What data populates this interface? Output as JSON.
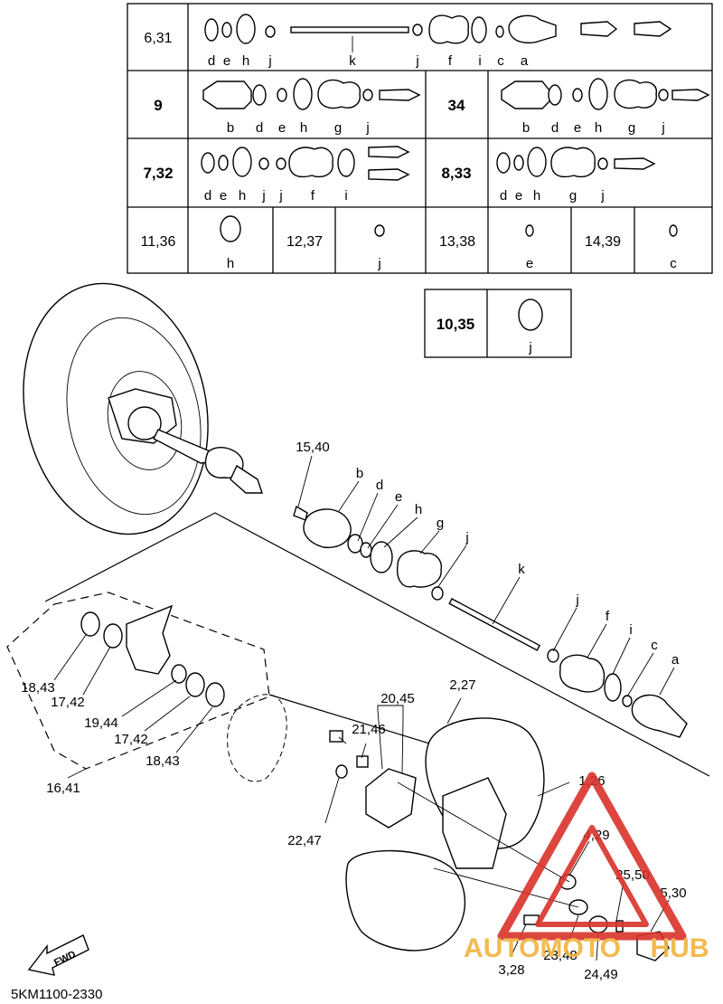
{
  "table": {
    "rows": [
      {
        "ref": "6,31",
        "letters": [
          "d",
          "e",
          "h",
          "j",
          "k",
          "j",
          "f",
          "i",
          "c",
          "a"
        ]
      },
      {
        "ref_left": "9",
        "letters_left": [
          "b",
          "d",
          "e",
          "h",
          "g",
          "j"
        ],
        "ref_right": "34",
        "letters_right": [
          "b",
          "d",
          "e",
          "h",
          "g",
          "j"
        ]
      },
      {
        "ref_left": "7,32",
        "letters_left": [
          "d",
          "e",
          "h",
          "j",
          "j",
          "f",
          "i"
        ],
        "ref_right": "8,33",
        "letters_right": [
          "d",
          "e",
          "h",
          "g",
          "j"
        ]
      },
      {
        "cells": [
          {
            "ref": "11,36",
            "letter": "h"
          },
          {
            "ref": "12,37",
            "letter": "j"
          },
          {
            "ref": "13,38",
            "letter": "e"
          },
          {
            "ref": "14,39",
            "letter": "c"
          }
        ]
      }
    ],
    "extra": {
      "ref": "10,35",
      "letter": "j"
    }
  },
  "callouts": [
    {
      "id": "c-15-40",
      "text": "15,40"
    },
    {
      "id": "c-b",
      "text": "b"
    },
    {
      "id": "c-d",
      "text": "d"
    },
    {
      "id": "c-e",
      "text": "e"
    },
    {
      "id": "c-h",
      "text": "h"
    },
    {
      "id": "c-g",
      "text": "g"
    },
    {
      "id": "c-j1",
      "text": "j"
    },
    {
      "id": "c-k",
      "text": "k"
    },
    {
      "id": "c-j2",
      "text": "j"
    },
    {
      "id": "c-f",
      "text": "f"
    },
    {
      "id": "c-i",
      "text": "i"
    },
    {
      "id": "c-c",
      "text": "c"
    },
    {
      "id": "c-a",
      "text": "a"
    },
    {
      "id": "c-18-43a",
      "text": "18,43"
    },
    {
      "id": "c-17-42a",
      "text": "17,42"
    },
    {
      "id": "c-19-44",
      "text": "19,44"
    },
    {
      "id": "c-17-42b",
      "text": "17,42"
    },
    {
      "id": "c-18-43b",
      "text": "18,43"
    },
    {
      "id": "c-16-41",
      "text": "16,41"
    },
    {
      "id": "c-20-45",
      "text": "20,45"
    },
    {
      "id": "c-21-46",
      "text": "21,46"
    },
    {
      "id": "c-2-27",
      "text": "2,27"
    },
    {
      "id": "c-22-47",
      "text": "22,47"
    },
    {
      "id": "c-1-26",
      "text": "1,26"
    },
    {
      "id": "c-4-29",
      "text": "4,29"
    },
    {
      "id": "c-25-50",
      "text": "25,50"
    },
    {
      "id": "c-5-30",
      "text": "5,30"
    },
    {
      "id": "c-23-48",
      "text": "23,48"
    },
    {
      "id": "c-3-28",
      "text": "3,28"
    },
    {
      "id": "c-24-49",
      "text": "24,49"
    }
  ],
  "fwd_label": "FWD",
  "diagram_code": "5KM1100-2330",
  "watermark": {
    "left": "AUTOMOTO",
    "right": "HUB",
    "color": "#d9322b",
    "accent": "#f2b33d"
  }
}
